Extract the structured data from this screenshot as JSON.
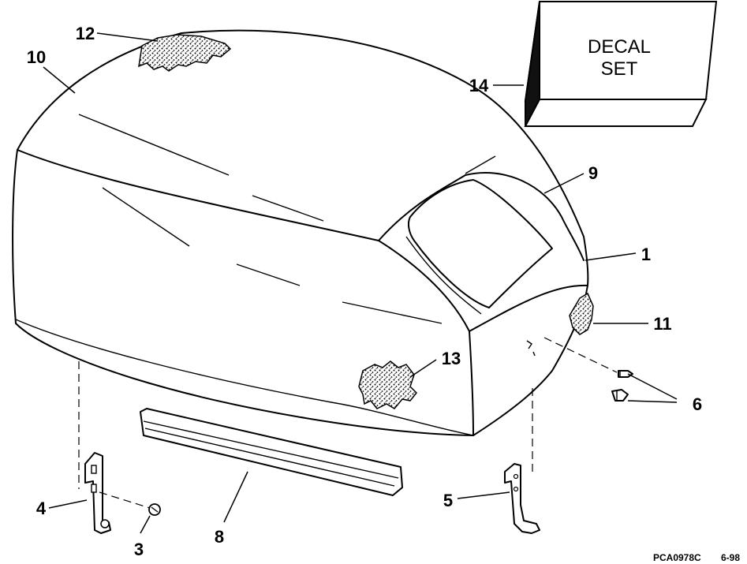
{
  "decal_box": {
    "line1": "DECAL",
    "line2": "SET"
  },
  "callouts": {
    "c1": "1",
    "c3": "3",
    "c4": "4",
    "c5": "5",
    "c6": "6",
    "c8": "8",
    "c9": "9",
    "c10": "10",
    "c11": "11",
    "c12": "12",
    "c13": "13",
    "c14": "14"
  },
  "reference": {
    "code": "PCA0978C",
    "date": "6-98"
  }
}
